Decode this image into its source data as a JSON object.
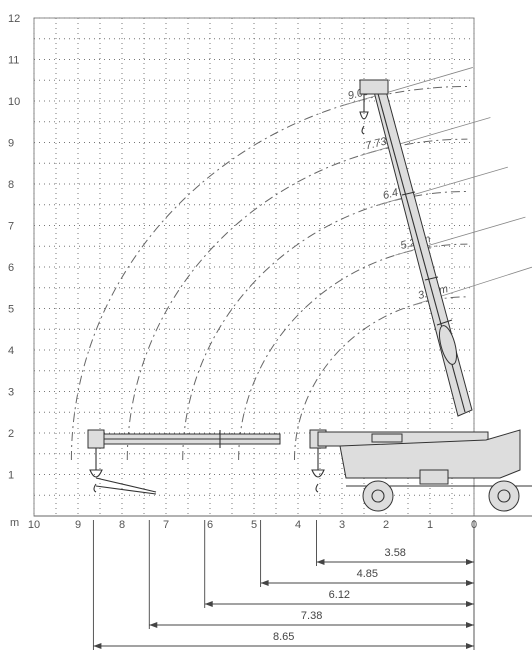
{
  "chart_data": {
    "type": "diagram",
    "x_ticks": [
      10,
      9,
      8,
      7,
      6,
      5,
      4,
      3,
      2,
      1,
      0
    ],
    "x_unit": "m",
    "y_ticks": [
      1,
      2,
      3,
      4,
      5,
      6,
      7,
      8,
      9,
      10,
      11,
      12
    ],
    "xlim": [
      0,
      10
    ],
    "ylim": [
      0,
      12
    ],
    "grid": true,
    "radius_labels": [
      {
        "text": "9.00m",
        "radius": 9.0
      },
      {
        "text": "7.73m",
        "radius": 7.73
      },
      {
        "text": "6.47m",
        "radius": 6.47
      },
      {
        "text": "5.20m",
        "radius": 5.2
      },
      {
        "text": "3.93m",
        "radius": 3.93
      }
    ],
    "dimensions": [
      {
        "text": "3.58",
        "value": 3.58
      },
      {
        "text": "4.85",
        "value": 4.85
      },
      {
        "text": "6.12",
        "value": 6.12
      },
      {
        "text": "7.38",
        "value": 7.38
      },
      {
        "text": "8.65",
        "value": 8.65
      }
    ]
  }
}
